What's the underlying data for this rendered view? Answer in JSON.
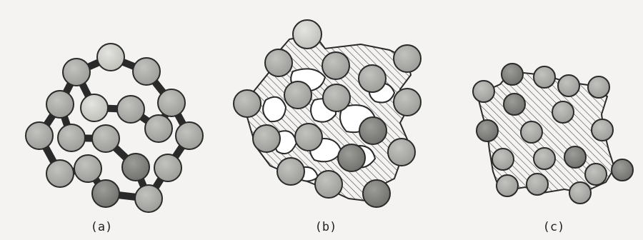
{
  "figure": {
    "panels": [
      {
        "label": "(a)"
      },
      {
        "label": "(b)"
      },
      {
        "label": "(c)"
      }
    ],
    "colors": {
      "background": "#f4f3f1",
      "outline": "#2a2a2a",
      "particle_light": "#d6d6d2",
      "particle_mid": "#b4b4b0",
      "particle_dark": "#8a8a86",
      "hatch": "#555555"
    }
  }
}
